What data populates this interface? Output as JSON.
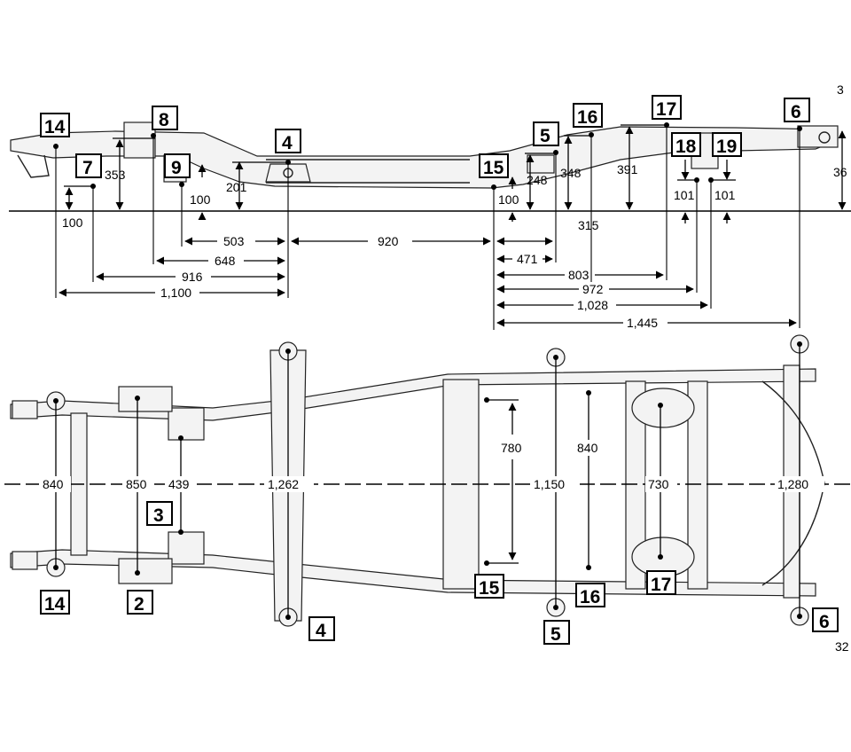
{
  "side_view": {
    "point_labels": [
      "14",
      "8",
      "7",
      "9",
      "4",
      "15",
      "5",
      "16",
      "17",
      "18",
      "19",
      "6"
    ],
    "dimensions": {
      "h_353": "353",
      "h_100_left": "100",
      "h_100_9": "100",
      "h_201": "201",
      "h_248": "248",
      "h_100_15": "100",
      "h_348": "348",
      "h_315": "315",
      "h_391": "391",
      "h_101_18": "101",
      "h_101_19": "101",
      "h_368_partial": "36",
      "l_503": "503",
      "l_920": "920",
      "l_648": "648",
      "l_916": "916",
      "l_1100": "1,100",
      "l_471": "471",
      "l_803": "803",
      "l_972": "972",
      "l_1028": "1,028",
      "l_1445": "1,445"
    },
    "corner_text": "3"
  },
  "top_view": {
    "point_labels": [
      "14",
      "2",
      "3",
      "4",
      "15",
      "5",
      "16",
      "17",
      "6"
    ],
    "dimensions": {
      "w_840_front": "840",
      "w_850": "850",
      "w_439": "439",
      "w_1262": "1,262",
      "w_780": "780",
      "w_1150": "1,150",
      "w_840_mid": "840",
      "w_730": "730",
      "w_1280": "1,280"
    },
    "corner_text": "32"
  }
}
